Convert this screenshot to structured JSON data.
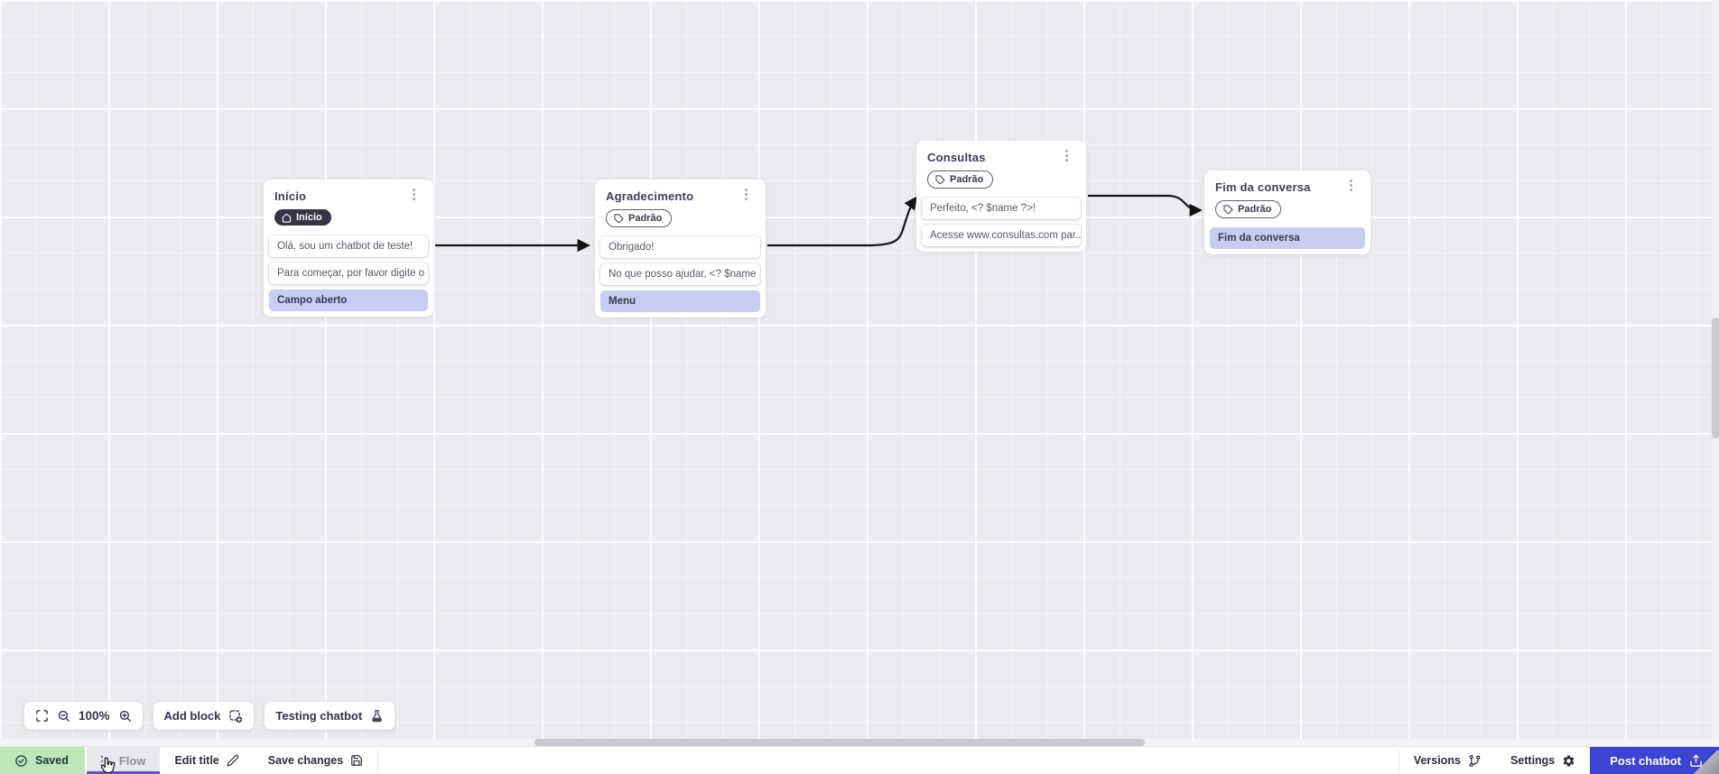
{
  "canvas": {
    "nodes": [
      {
        "title": "Início",
        "badge": {
          "icon": "home-icon",
          "label": "Início"
        },
        "rows": [
          {
            "text": "Olá, sou um chatbot de teste!",
            "variant": "message"
          },
          {
            "text": "Para começar, por favor digite o ...",
            "variant": "message"
          },
          {
            "text": "Campo aberto",
            "variant": "input"
          }
        ]
      },
      {
        "title": "Agradecimento",
        "badge": {
          "icon": "tag-icon",
          "label": "Padrão"
        },
        "rows": [
          {
            "text": "Obrigado!",
            "variant": "message"
          },
          {
            "text": "No que posso ajudar, <? $name ...",
            "variant": "message"
          },
          {
            "text": "Menu",
            "variant": "input"
          }
        ]
      },
      {
        "title": "Consultas",
        "badge": {
          "icon": "tag-icon",
          "label": "Padrão"
        },
        "rows": [
          {
            "text": "Perfeito, <? $name ?>!",
            "variant": "message"
          },
          {
            "text": "Acesse www.consultas.com par...",
            "variant": "message"
          }
        ]
      },
      {
        "title": "Fim da conversa",
        "badge": {
          "icon": "tag-icon",
          "label": "Padrão"
        },
        "rows": [
          {
            "text": "Fim da conversa",
            "variant": "input"
          }
        ]
      }
    ]
  },
  "toolbar": {
    "zoom_level": "100%",
    "add_block_label": "Add block",
    "testing_label": "Testing chatbot"
  },
  "statusbar": {
    "saved_label": "Saved",
    "flow_tab_label": "Flow",
    "edit_title_label": "Edit title",
    "save_changes_label": "Save changes",
    "versions_label": "Versions",
    "settings_label": "Settings",
    "post_chatbot_label": "Post chatbot"
  },
  "colors": {
    "accent_purple": "#5a52d5",
    "post_button_blue": "#3b45d4",
    "saved_green": "#bde7b9",
    "input_row_lavender": "#c8cbf2",
    "dark_badge": "#373544",
    "arrow": "#141414",
    "canvas_bg": "#ebeaee"
  }
}
